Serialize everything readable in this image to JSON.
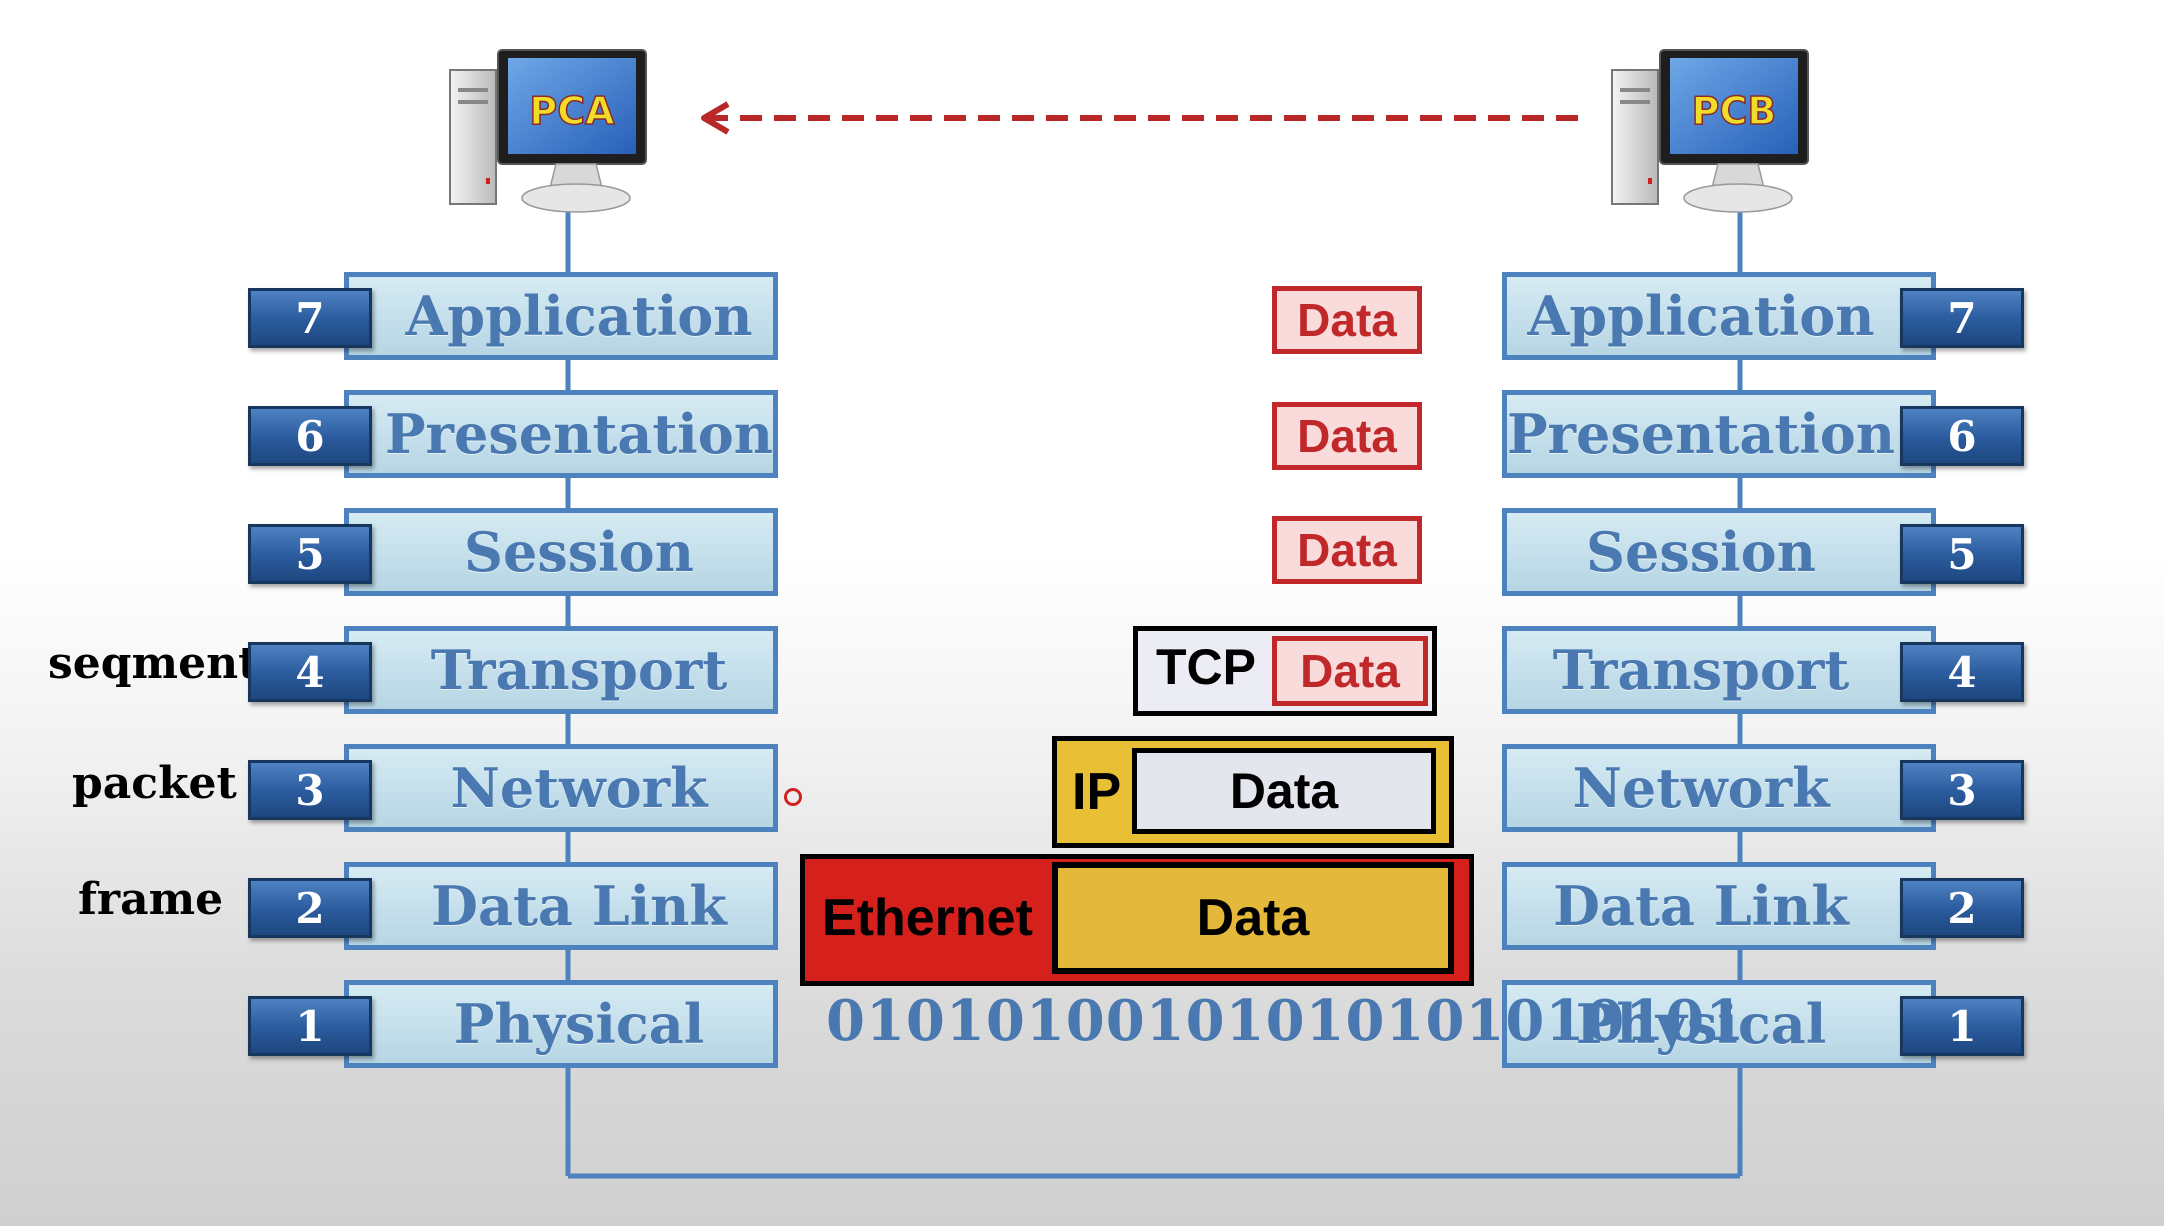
{
  "hosts": {
    "left": "PCA",
    "right": "PCB"
  },
  "layers": [
    {
      "num": "7",
      "name": "Application"
    },
    {
      "num": "6",
      "name": "Presentation"
    },
    {
      "num": "5",
      "name": "Session"
    },
    {
      "num": "4",
      "name": "Transport"
    },
    {
      "num": "3",
      "name": "Network"
    },
    {
      "num": "2",
      "name": "Data Link"
    },
    {
      "num": "1",
      "name": "Physical"
    }
  ],
  "pdu_names": {
    "segment": "seqment",
    "packet": "packet",
    "frame": "frame"
  },
  "encapsulation": {
    "data": "Data",
    "tcp_header": "TCP",
    "ip_header": "IP",
    "ethernet_header": "Ethernet",
    "bits": "01010100101010101010101"
  },
  "colors": {
    "layer_border": "#4d82bf",
    "layer_text": "#4a78b0",
    "number_box": "#2c5da0",
    "arrow": "#b82828",
    "data_red": "#c0282a",
    "ip_yellow": "#e8c035",
    "ethernet_red": "#d6201c"
  }
}
